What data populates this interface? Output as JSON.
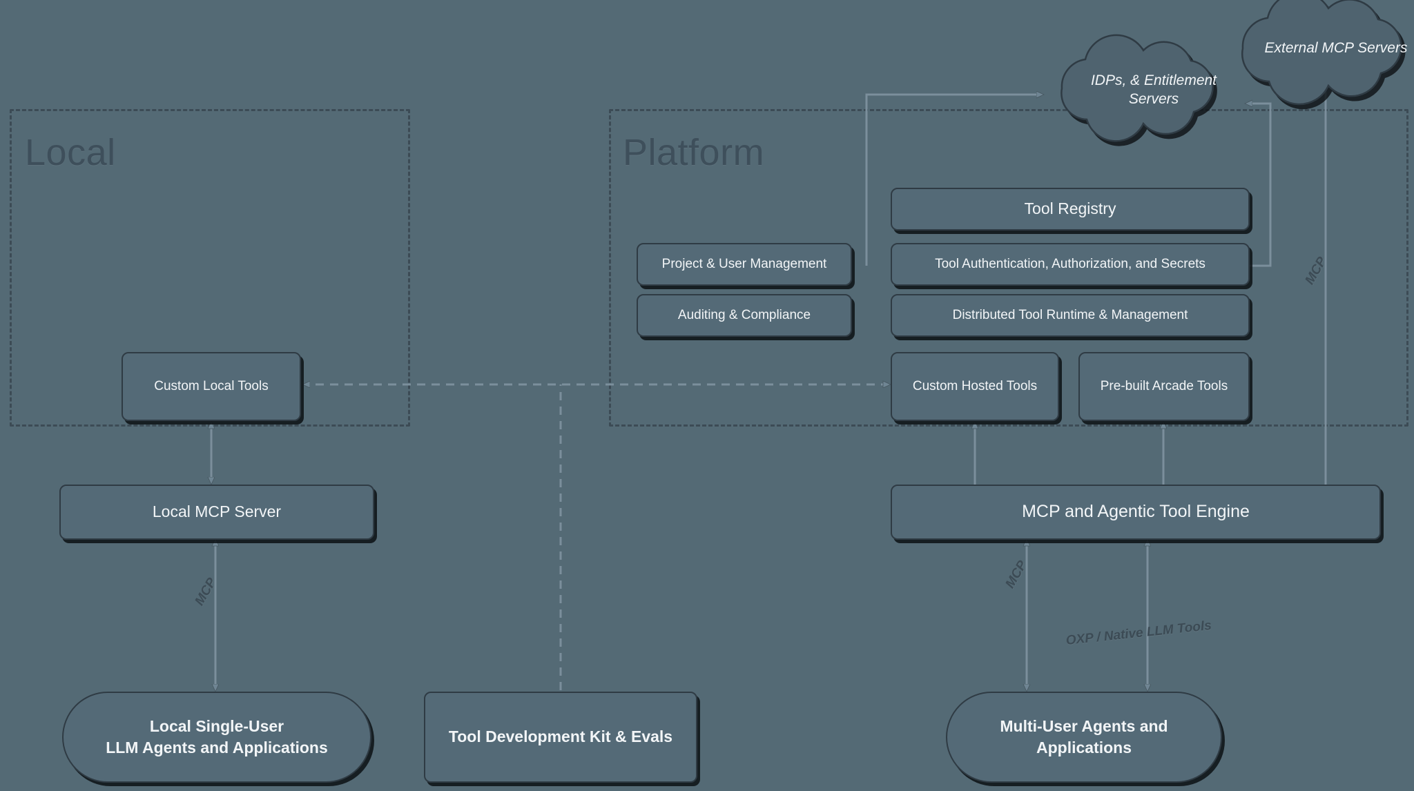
{
  "diagram": {
    "title": "Arcade tool-calling architecture",
    "background_color": "#546a75",
    "node_fill": "#546a77",
    "node_stroke": "#2f3b44",
    "text_color": "#f2f5f7",
    "group_stroke": "#3c4b55"
  },
  "groups": [
    {
      "id": "local",
      "label": "Local"
    },
    {
      "id": "platform",
      "label": "Platform"
    }
  ],
  "clouds": [
    {
      "id": "external-mcp-servers",
      "label": "External MCP Servers"
    },
    {
      "id": "idps-entitlement",
      "label": "IDPs, & Entitlement Servers"
    }
  ],
  "nodes": {
    "custom_local_tools": "Custom Local Tools",
    "local_mcp_server": "Local MCP Server",
    "local_agents": "Local Single-User\nLLM Agents and Applications",
    "local_agents_line1": "Local Single-User",
    "local_agents_line2": "LLM Agents and Applications",
    "tool_dev_kit": "Tool Development Kit & Evals",
    "project_user_management": "Project & User Management",
    "auditing_compliance": "Auditing & Compliance",
    "tool_registry": "Tool Registry",
    "tool_auth": "Tool Authentication, Authorization, and Secrets",
    "distributed_runtime": "Distributed Tool Runtime & Management",
    "custom_hosted_tools": "Custom Hosted Tools",
    "prebuilt_arcade_tools": "Pre-built Arcade Tools",
    "mcp_agentic_engine": "MCP and Agentic Tool Engine",
    "multi_user_agents_line1": "Multi-User Agents and",
    "multi_user_agents_line2": "Applications"
  },
  "edge_labels": {
    "local_mcp": "MCP",
    "platform_mcp": "MCP",
    "right_mcp": "MCP",
    "oxp_native": "OXP / Native LLM Tools"
  }
}
